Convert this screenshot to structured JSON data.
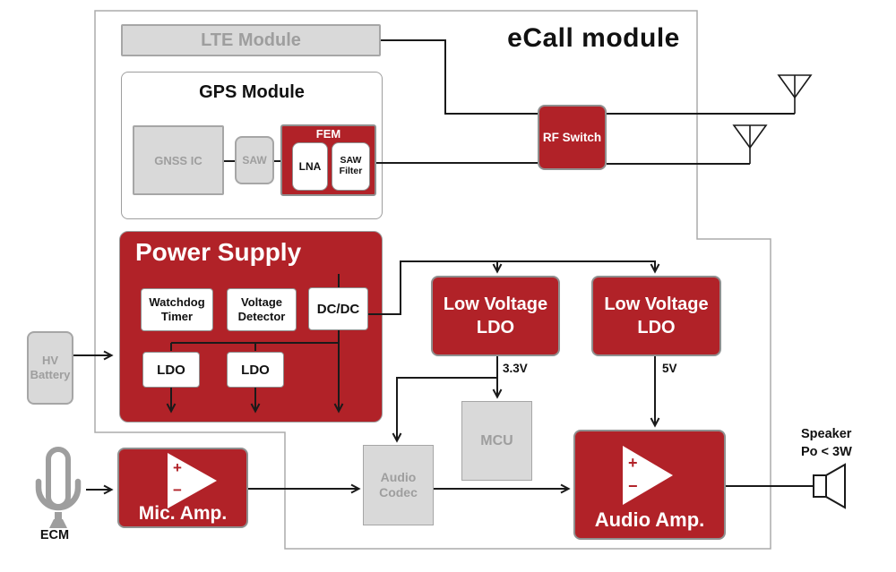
{
  "header": {
    "title": "eCall module"
  },
  "colors": {
    "accent_red": "#b12228",
    "gray_fill": "#d9d9d9",
    "gray_border": "#a6a6a6",
    "gray_text": "#9e9e9e",
    "line_black": "#1a1a1a",
    "boundary_gray": "#ababab"
  },
  "rf": {
    "lte": "LTE Module",
    "gps_title": "GPS Module",
    "gnss": "GNSS IC",
    "saw": "SAW",
    "fem": "FEM",
    "lna": "LNA",
    "saw_filter": "SAW Filter",
    "rf_switch": "RF Switch"
  },
  "power": {
    "title": "Power Supply",
    "watchdog": "Watchdog Timer",
    "voltage_detector": "Voltage Detector",
    "dcdc": "DC/DC",
    "ldo1": "LDO",
    "ldo2": "LDO",
    "hv_battery": "HV Battery",
    "lv_ldo1": "Low Voltage LDO",
    "lv_ldo2": "Low Voltage LDO",
    "rail_3v3": "3.3V",
    "rail_5v": "5V"
  },
  "audio": {
    "mcu": "MCU",
    "codec": "Audio Codec",
    "mic_amp": "Mic. Amp.",
    "audio_amp": "Audio Amp.",
    "ecm": "ECM",
    "speaker_line1": "Speaker",
    "speaker_line2": "Po < 3W",
    "opamp_plus": "+",
    "opamp_minus": "−"
  }
}
